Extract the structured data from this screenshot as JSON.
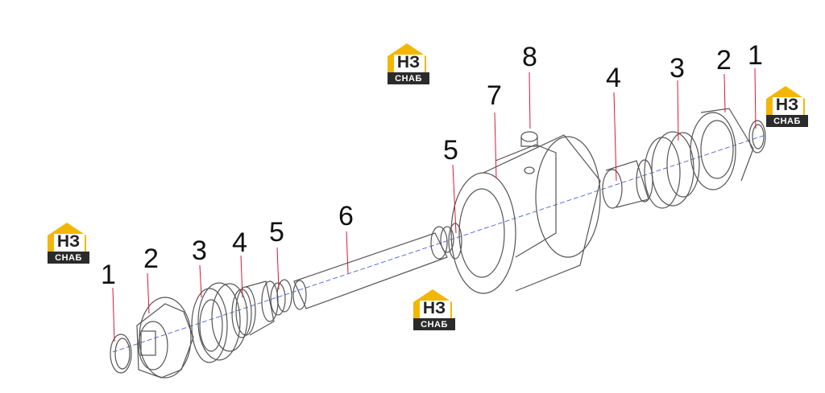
{
  "callouts": {
    "c1_left": "1",
    "c2_left": "2",
    "c3_left": "3",
    "c4_left": "4",
    "c5_left": "5",
    "c6": "6",
    "c5_right": "5",
    "c7": "7",
    "c8": "8",
    "c4_right": "4",
    "c3_right": "3",
    "c2_right": "2",
    "c1_right": "1"
  },
  "watermarks": [
    {
      "mark": "НЗ",
      "text": "СНАБ"
    },
    {
      "mark": "НЗ",
      "text": "СНАБ"
    },
    {
      "mark": "НЗ",
      "text": "СНАБ"
    },
    {
      "mark": "НЗ",
      "text": "СНАБ"
    }
  ],
  "colors": {
    "leader_line": "#d8193a",
    "axis_line": "#3a4fc8",
    "logo_yellow": "#f2b705",
    "logo_dark": "#2b2b2b",
    "outline": "#555555"
  }
}
